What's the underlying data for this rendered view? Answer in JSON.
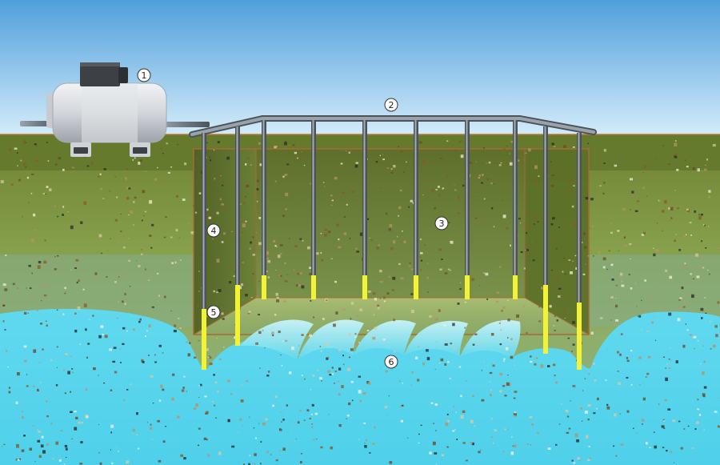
{
  "callouts": [
    {
      "id": "pump",
      "label": "1"
    },
    {
      "id": "header_pipe",
      "label": "2"
    },
    {
      "id": "excavation",
      "label": "3"
    },
    {
      "id": "riser_pipe",
      "label": "4"
    },
    {
      "id": "well_point",
      "label": "5"
    },
    {
      "id": "lowered_water_table",
      "label": "6"
    }
  ],
  "colors": {
    "sky_top": "#4f9fdc",
    "sky_bottom": "#cfe9f8",
    "ground_top": "#6b7f2e",
    "ground_mid": "#8ea85a",
    "ground_low": "#8fb38a",
    "water": "#59d6ee",
    "water_light": "#8fe8f6",
    "pipe": "#7d8792",
    "pipe_dark": "#4b525a",
    "well_point": "#f3f336",
    "pump_body": "#d7dadf",
    "pump_motor": "#3d4146"
  },
  "icons": [
    "pump-icon",
    "motor-icon"
  ]
}
